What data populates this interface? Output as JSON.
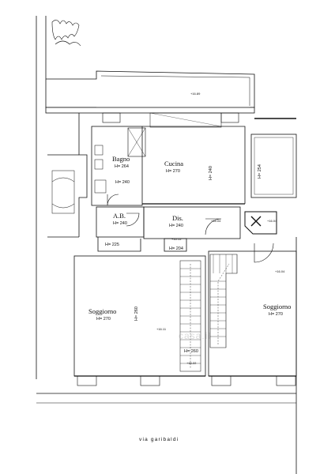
{
  "rooms": {
    "bagno": {
      "name": "Bagno",
      "height": "H= 264"
    },
    "cucina": {
      "name": "Cucina",
      "height": "H= 270",
      "side_height": "H= 240"
    },
    "right_room": {
      "side_height": "H= 254"
    },
    "bagno_lower": {
      "height": "H= 240"
    },
    "ab": {
      "name": "A.B.",
      "height": "H= 240"
    },
    "dis": {
      "name": "Dis.",
      "height": "H= 240"
    },
    "corridor": {
      "height_left": "H= 225",
      "height_right": "H= 204"
    },
    "soggiorno_left": {
      "name": "Soggiorno",
      "height": "H= 270",
      "side_height": "H= 260"
    },
    "soggiorno_right": {
      "name": "Soggiorno",
      "height": "H= 270"
    },
    "stair": {
      "height": "H= 260"
    }
  },
  "levels": {
    "terrace": "+16.89",
    "l1": "+16.15",
    "l2": "+16.04",
    "l3": "+16.04",
    "l4": "+16.04",
    "l5": "+16.11",
    "l6": "+16.22"
  },
  "street": {
    "name": "via garibaldi"
  },
  "watermark": {
    "text": "casa.it"
  }
}
